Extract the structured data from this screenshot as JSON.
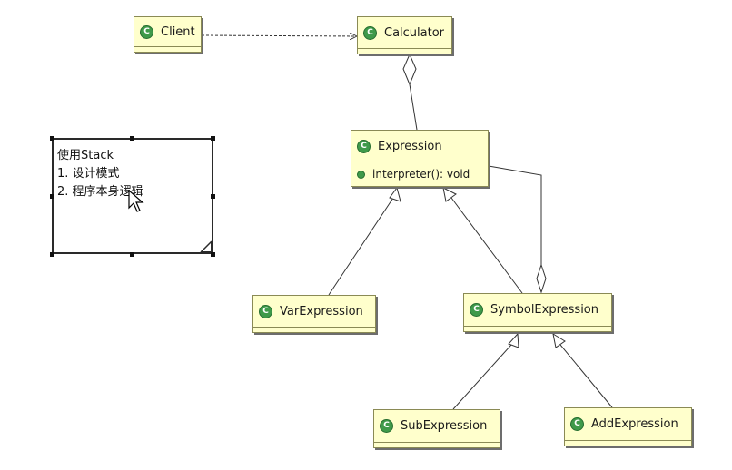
{
  "diagram": {
    "classes": {
      "client": {
        "name": "Client",
        "icon": "class-c-icon"
      },
      "calculator": {
        "name": "Calculator",
        "icon": "class-c-icon"
      },
      "expression": {
        "name": "Expression",
        "icon": "class-c-icon",
        "methods": [
          "interpreter(): void"
        ]
      },
      "var_expression": {
        "name": "VarExpression",
        "icon": "class-c-icon"
      },
      "symbol_expression": {
        "name": "SymbolExpression",
        "icon": "class-c-icon"
      },
      "sub_expression": {
        "name": "SubExpression",
        "icon": "class-c-icon"
      },
      "add_expression": {
        "name": "AddExpression",
        "icon": "class-c-icon"
      }
    },
    "icon_glyph": "C",
    "relations": [
      {
        "from": "client",
        "to": "calculator",
        "type": "dependency"
      },
      {
        "from": "calculator",
        "to": "expression",
        "type": "aggregation"
      },
      {
        "from": "var_expression",
        "to": "expression",
        "type": "generalization"
      },
      {
        "from": "symbol_expression",
        "to": "expression",
        "type": "generalization"
      },
      {
        "from": "symbol_expression",
        "to": "expression",
        "type": "aggregation"
      },
      {
        "from": "sub_expression",
        "to": "symbol_expression",
        "type": "generalization"
      },
      {
        "from": "add_expression",
        "to": "symbol_expression",
        "type": "generalization"
      }
    ],
    "note": {
      "lines": [
        "使用Stack",
        "1. 设计模式",
        "2. 程序本身逻辑"
      ]
    },
    "colors": {
      "class_fill": "#ffffcc",
      "class_border": "#8a8a55",
      "icon_green": "#3f9a4a",
      "line": "#333333"
    }
  }
}
